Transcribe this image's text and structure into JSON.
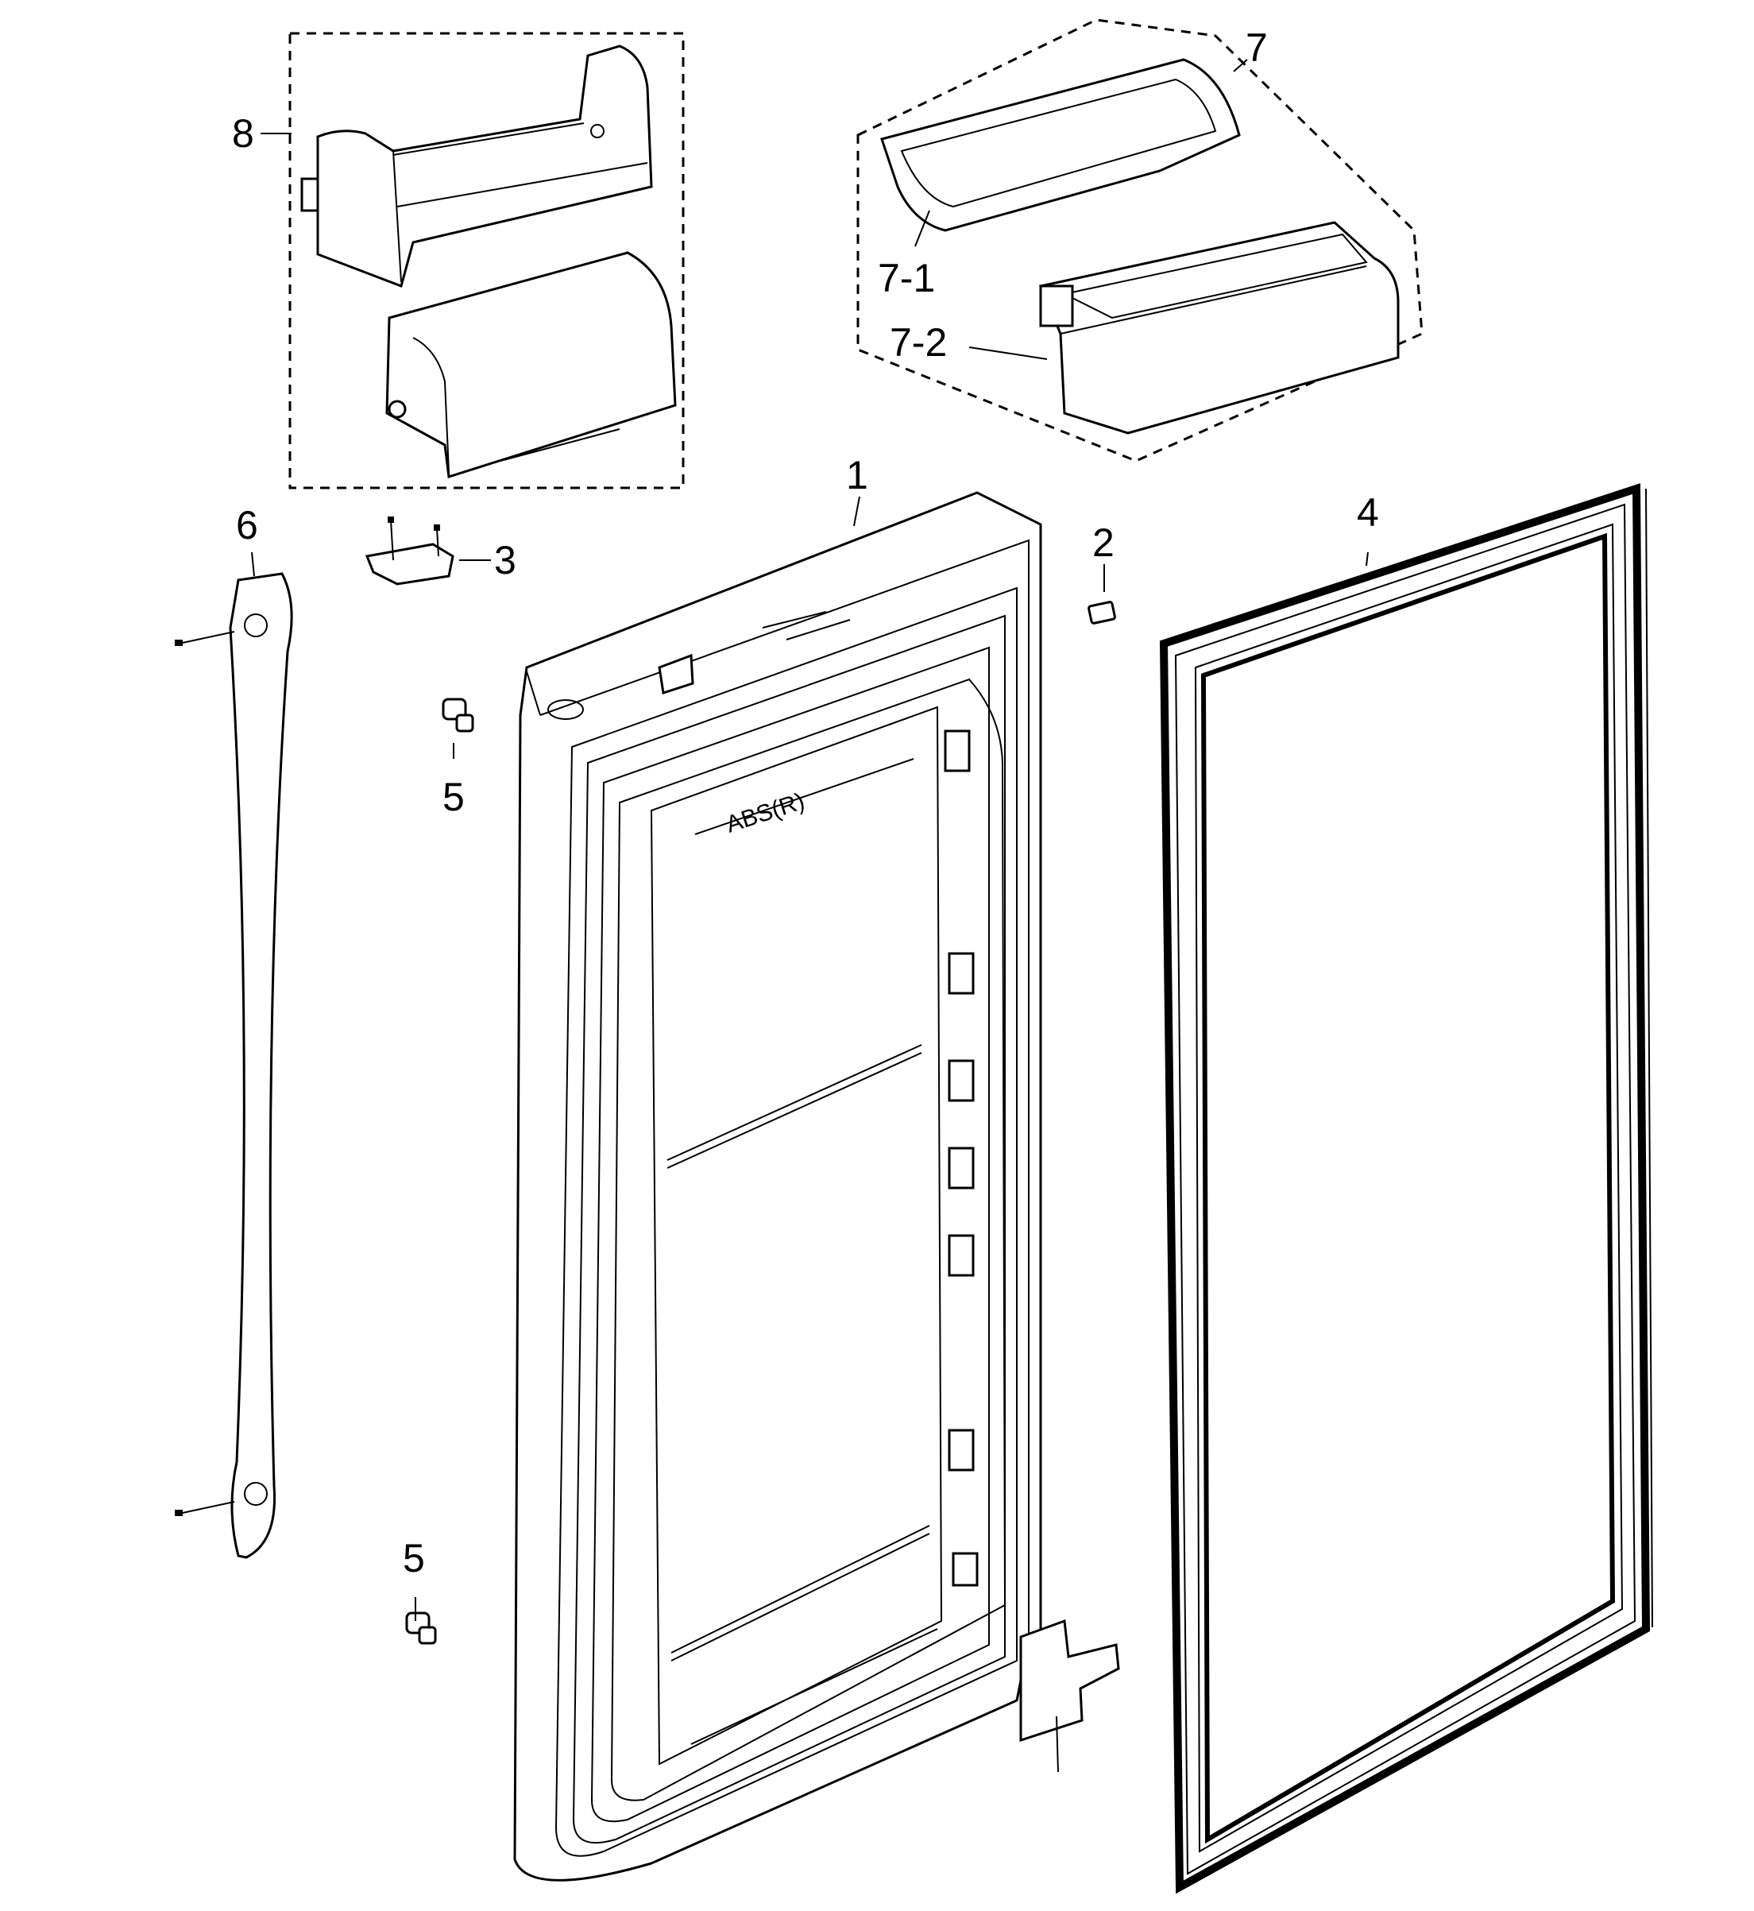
{
  "callouts": {
    "c1": "1",
    "c2": "2",
    "c3": "3",
    "c4": "4",
    "c5a": "5",
    "c5b": "5",
    "c6": "6",
    "c7": "7",
    "c7_1": "7-1",
    "c7_2": "7-2",
    "c8": "8"
  },
  "liner_stamp": "ABS(R)",
  "colors": {
    "line": "#000000",
    "background": "#ffffff"
  }
}
